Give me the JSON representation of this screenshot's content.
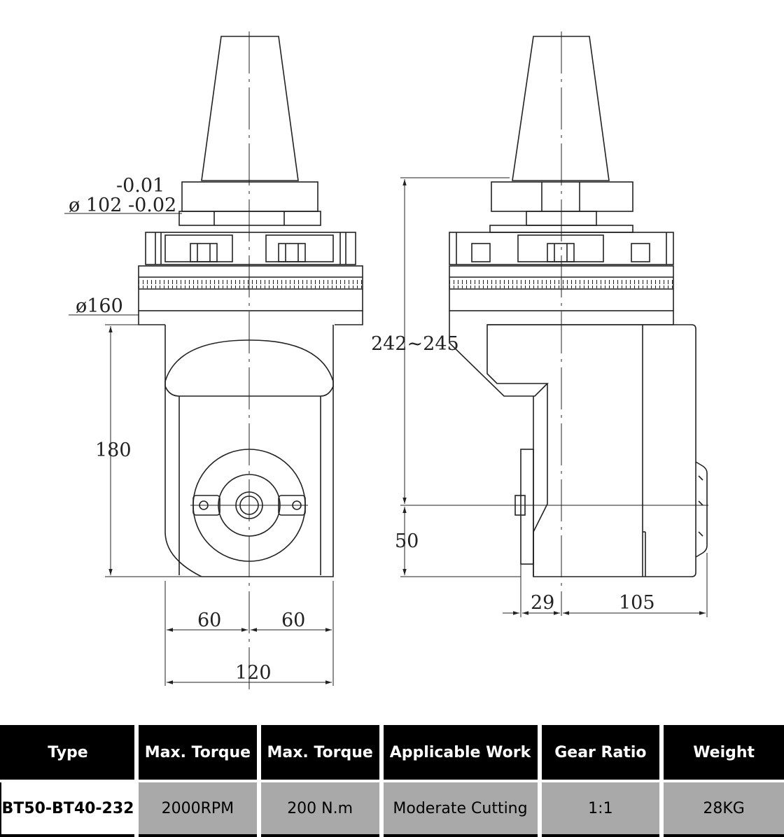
{
  "front_view": {
    "tolerance_upper": "-0.01",
    "diameter_label": "ø 102 -0.02",
    "flange_diameter": "ø160",
    "height": "180",
    "half_width_left": "60",
    "half_width_right": "60",
    "total_width": "120"
  },
  "side_view": {
    "overall_height": "242~245",
    "spindle_height": "50",
    "offset": "29",
    "depth": "105"
  },
  "spec_table": {
    "headers": [
      "Type",
      "Max. Torque",
      "Max. Torque",
      "Applicable Work",
      "Gear Ratio",
      "Weight"
    ],
    "row": [
      "BT50-BT40-232",
      "2000RPM",
      "200 N.m",
      "Moderate Cutting",
      "1:1",
      "28KG"
    ]
  }
}
